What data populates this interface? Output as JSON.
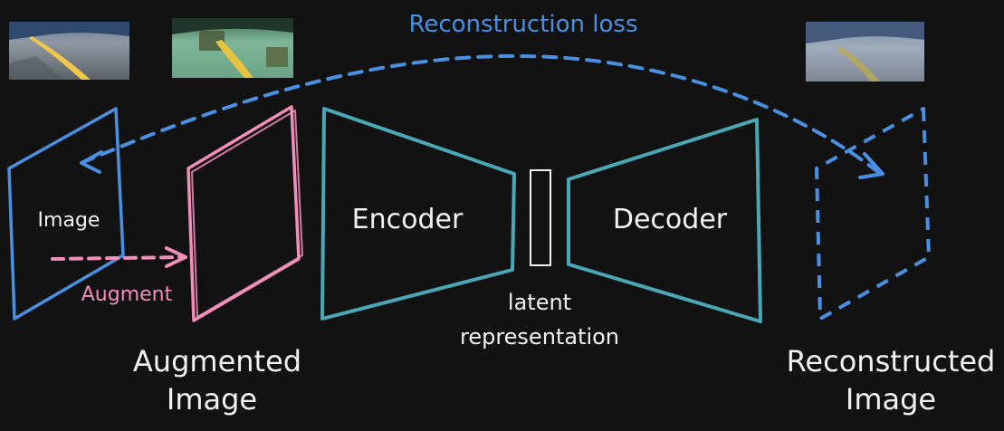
{
  "colors": {
    "background": "#121212",
    "image_blue": "#4a90e2",
    "augment_pink": "#f28fb8",
    "network_teal": "#4aa7b6",
    "label_white": "#f2f2f2",
    "loss_blue": "#4a90e2"
  },
  "labels": {
    "reconstruction_loss": "Reconstruction loss",
    "image": "Image",
    "augment": "Augment",
    "encoder": "Encoder",
    "decoder": "Decoder",
    "latent_line1": "latent",
    "latent_line2": "representation",
    "augmented_line1": "Augmented",
    "augmented_line2": "Image",
    "reconstructed_line1": "Reconstructed",
    "reconstructed_line2": "Image"
  },
  "thumbnails": [
    {
      "name": "original-road-thumbnail",
      "kind": "original"
    },
    {
      "name": "augmented-road-thumbnail",
      "kind": "augmented"
    },
    {
      "name": "reconstructed-road-thumbnail",
      "kind": "reconstructed"
    }
  ]
}
